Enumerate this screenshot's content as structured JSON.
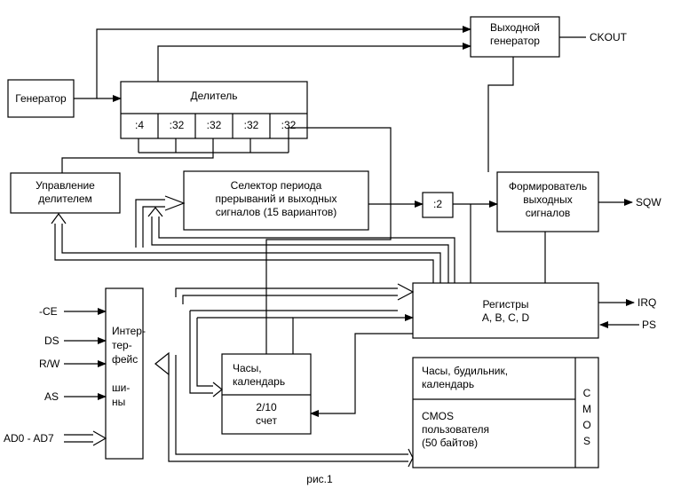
{
  "blocks": {
    "generator": "Генератор",
    "output_generator": [
      "Выходной",
      "генератор"
    ],
    "divider_title": "Делитель",
    "divider_cells": [
      ":4",
      ":32",
      ":32",
      ":32",
      ":32"
    ],
    "divider_control": [
      "Управление",
      "делителем"
    ],
    "period_selector": [
      "Селектор периода",
      "прерываний и выходных",
      "сигналов (15 вариантов)"
    ],
    "div2": ":2",
    "output_shaper": [
      "Формирователь",
      "выходных",
      "сигналов"
    ],
    "registers": [
      "Регистры",
      "A, B, C, D"
    ],
    "bus_interface": [
      "Интер-",
      "тер-",
      "фейс",
      "",
      "ши-",
      "ны"
    ],
    "clock": [
      "Часы,",
      "календарь"
    ],
    "counter": [
      "2/10",
      "счет"
    ],
    "cmos_clock": [
      "Часы, будильник,",
      "календарь"
    ],
    "cmos_user": [
      "CMOS",
      "пользователя",
      "(50 байтов)"
    ],
    "cmos_vertical": [
      "C",
      "M",
      "O",
      "S"
    ]
  },
  "signals": {
    "ckout": "CKOUT",
    "sqw": "SQW",
    "irq": "IRQ",
    "ps": "PS",
    "ce": "-CE",
    "ds": "DS",
    "rw": "R/W",
    "as": "AS",
    "ad": "AD0 - AD7"
  },
  "caption": "рис.1"
}
